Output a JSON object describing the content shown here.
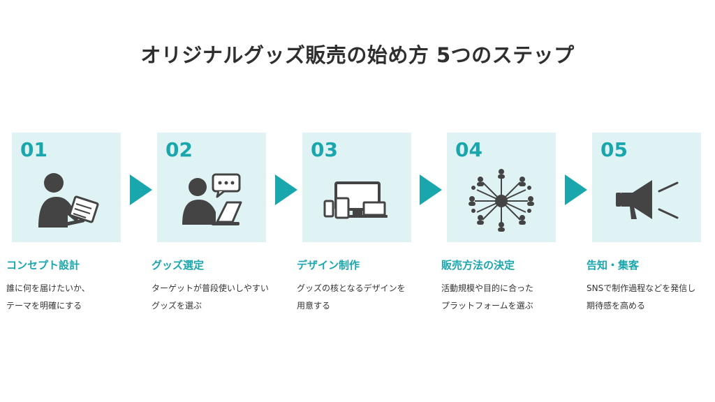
{
  "title": "オリジナルグッズ販売の始め方 5つのステップ",
  "colors": {
    "accent": "#1aa6ad",
    "box_bg": "#e0f3f4",
    "icon": "#444444"
  },
  "steps": [
    {
      "number": "01",
      "heading": "コンセプト設計",
      "desc": [
        "誰に何を届けたいか、",
        "テーマを明確にする"
      ],
      "icon": "person-writing-icon"
    },
    {
      "number": "02",
      "heading": "グッズ選定",
      "desc": [
        "ターゲットが普段使いしやすい",
        "グッズを選ぶ"
      ],
      "icon": "person-laptop-chat-icon"
    },
    {
      "number": "03",
      "heading": "デザイン制作",
      "desc": [
        "グッズの核となるデザインを",
        "用意する"
      ],
      "icon": "devices-icon"
    },
    {
      "number": "04",
      "heading": "販売方法の決定",
      "desc": [
        "活動規模や目的に合った",
        "プラットフォームを選ぶ"
      ],
      "icon": "network-people-icon"
    },
    {
      "number": "05",
      "heading": "告知・集客",
      "desc": [
        "SNSで制作過程などを発信し",
        "期待感を高める"
      ],
      "icon": "megaphone-icon"
    }
  ]
}
